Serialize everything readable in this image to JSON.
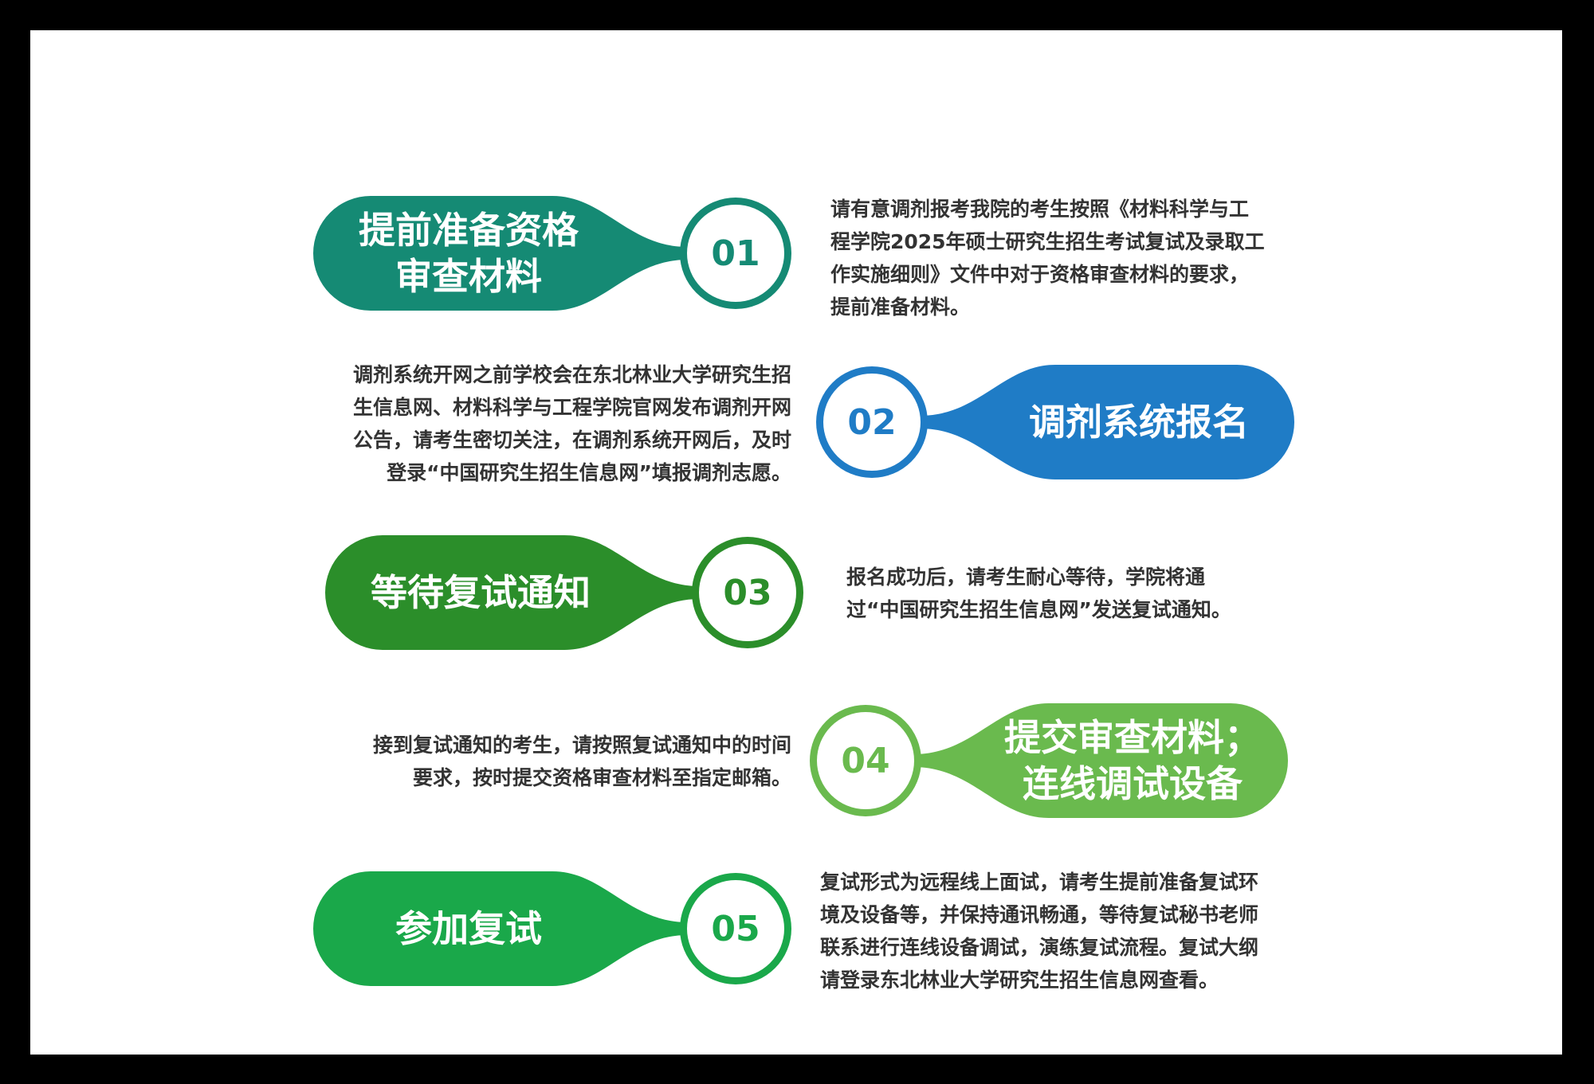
{
  "steps": [
    {
      "num": "01",
      "title_lines": [
        "提前准备资格",
        "审查材料"
      ],
      "color": "#158a74",
      "desc": [
        "请有意调剂报考我院的考生按照《材料科学与工",
        "程学院2025年硕士研究生招生考试复试及录取工",
        "作实施细则》文件中对于资格审查材料的要求，",
        "提前准备材料。"
      ]
    },
    {
      "num": "02",
      "title_lines": [
        "调剂系统报名"
      ],
      "color": "#1f7cc6",
      "desc": [
        "调剂系统开网之前学校会在东北林业大学研究生招",
        "生信息网、材料科学与工程学院官网发布调剂开网",
        "公告，请考生密切关注，在调剂系统开网后，及时",
        "登录“中国研究生招生信息网”填报调剂志愿。"
      ]
    },
    {
      "num": "03",
      "title_lines": [
        "等待复试通知"
      ],
      "color": "#2b8e2a",
      "desc": [
        "报名成功后，请考生耐心等待，学院将通",
        "过“中国研究生招生信息网”发送复试通知。"
      ]
    },
    {
      "num": "04",
      "title_lines": [
        "提交审查材料；",
        "连线调试设备"
      ],
      "color": "#6aba4e",
      "desc": [
        "接到复试通知的考生，请按照复试通知中的时间",
        "要求，按时提交资格审查材料至指定邮箱。"
      ]
    },
    {
      "num": "05",
      "title_lines": [
        "参加复试"
      ],
      "color": "#1aa84a",
      "desc": [
        "复试形式为远程线上面试，请考生提前准备复试环",
        "境及设备等，并保持通讯畅通，等待复试秘书老师",
        "联系进行连线设备调试，演练复试流程。复试大纲",
        "请登录东北林业大学研究生招生信息网查看。"
      ]
    }
  ]
}
